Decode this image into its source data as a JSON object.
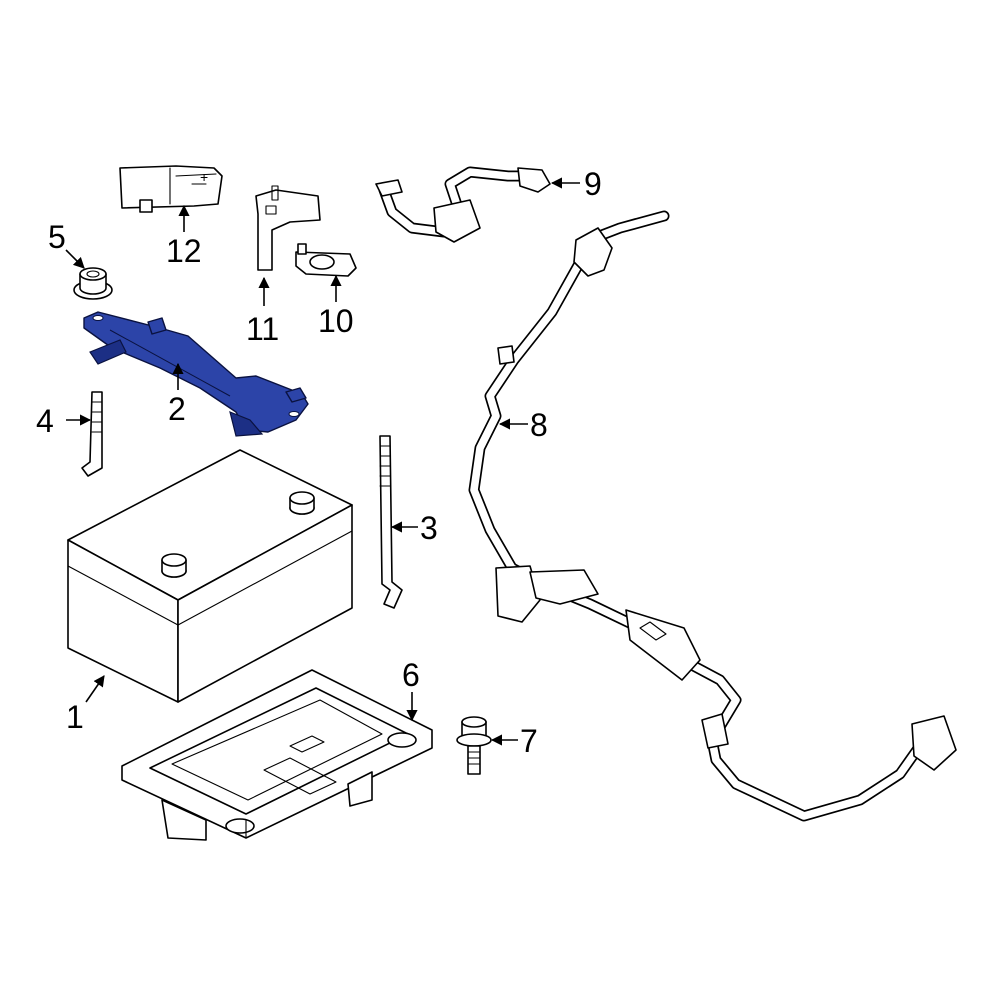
{
  "diagram": {
    "highlight_color": "#2c44a8",
    "line_color": "#000000",
    "background": "#ffffff",
    "callouts": [
      {
        "id": "1",
        "label": "1"
      },
      {
        "id": "2",
        "label": "2"
      },
      {
        "id": "3",
        "label": "3"
      },
      {
        "id": "4",
        "label": "4"
      },
      {
        "id": "5",
        "label": "5"
      },
      {
        "id": "6",
        "label": "6"
      },
      {
        "id": "7",
        "label": "7"
      },
      {
        "id": "8",
        "label": "8"
      },
      {
        "id": "9",
        "label": "9"
      },
      {
        "id": "10",
        "label": "10"
      },
      {
        "id": "11",
        "label": "11"
      },
      {
        "id": "12",
        "label": "12"
      }
    ],
    "highlighted_part": "2",
    "terminal_marks": {
      "positive": "+",
      "negative": "−"
    }
  }
}
